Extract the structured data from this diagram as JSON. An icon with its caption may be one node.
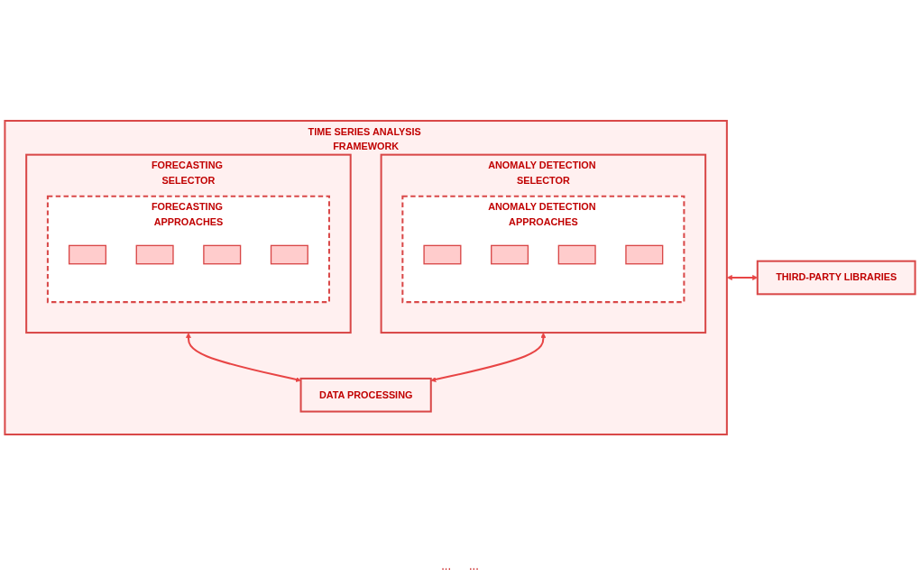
{
  "diagram": {
    "nodes": [
      {
        "text": [
          "TIME SERIES ANALYSIS FRAMEWORK"
        ]
      },
      {
        "text": [
          "FORECASTING SELECTOR"
        ],
        "in": 0
      },
      {
        "text": [
          "FORECASTING APPROACHES"
        ],
        "in": 1
      },
      {
        "text": [],
        "shape": "box",
        "in": 2
      },
      {
        "text": [],
        "shape": "box",
        "in": 2
      },
      {
        "text": [],
        "shape": "box",
        "in": 2
      },
      {
        "text": [],
        "shape": "box",
        "in": 2
      },
      {
        "text": [
          "ANOMALY DETECTION SELECTOR"
        ],
        "in": 0
      },
      {
        "text": [
          "ANOMALY DETECTION APPROACHES"
        ],
        "in": 7
      },
      {
        "text": [],
        "shape": "box",
        "in": 8
      },
      {
        "text": [],
        "shape": "box",
        "in": 8
      },
      {
        "text": [],
        "shape": "box",
        "in": 8
      },
      {
        "text": [],
        "shape": "box",
        "in": 8
      },
      {
        "text": [
          "DATA PROCESSING"
        ],
        "in": 0
      },
      {
        "text": [
          "THIRD-PARTY LIBRARIES"
        ]
      }
    ],
    "edges": [
      {
        "from": 1,
        "to": 13,
        "arrow": "both"
      },
      {
        "from": 7,
        "to": 13,
        "arrow": "both"
      },
      {
        "from": 0,
        "to": 14,
        "arrow": "both"
      }
    ],
    "labels": [
      "...",
      "..."
    ]
  }
}
